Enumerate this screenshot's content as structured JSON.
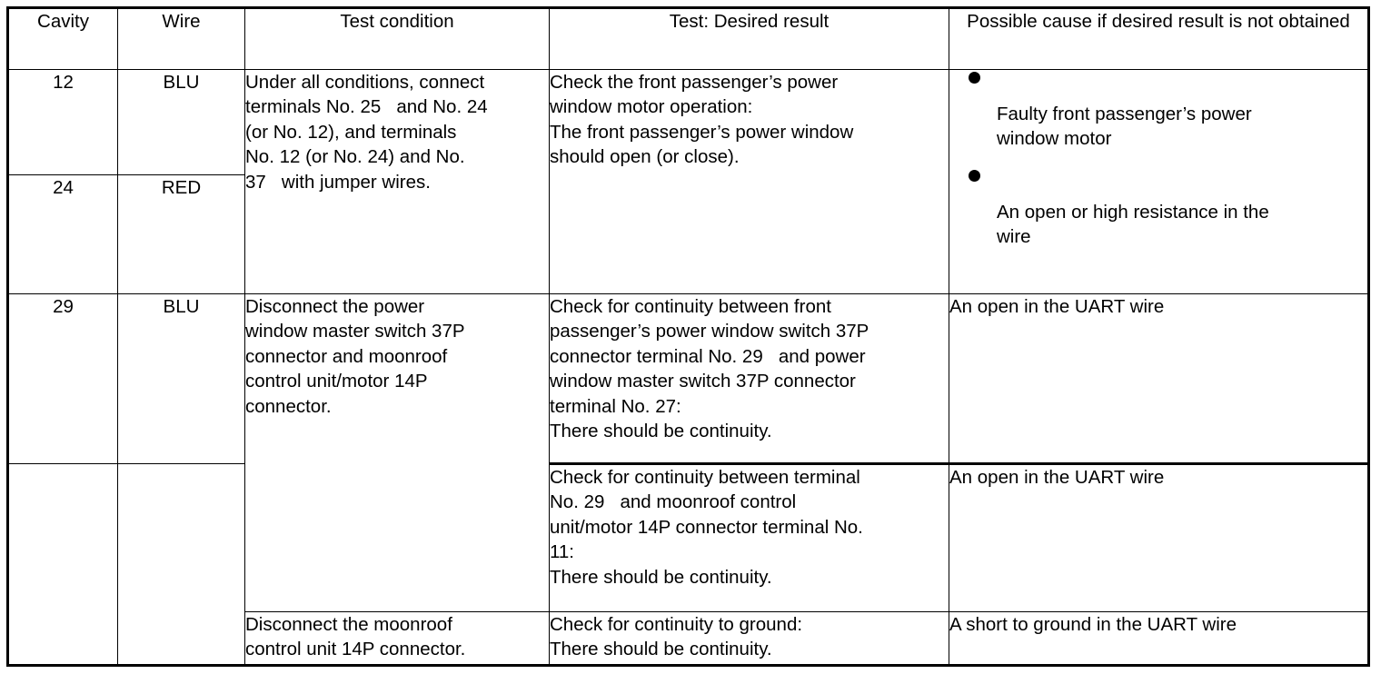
{
  "table": {
    "headers": [
      "Cavity",
      "Wire",
      "Test condition",
      "Test: Desired result",
      "Possible cause if desired result is not obtained"
    ],
    "rows": [
      {
        "cavity": "12",
        "wire": "BLU",
        "test_condition": "Under all conditions, connect\nterminals No. 25   and No. 24\n(or No. 12), and terminals\nNo. 12 (or No. 24) and No.\n37   with jumper wires.",
        "desired_result": "Check the front passenger’s power\nwindow motor operation:\nThe front passenger’s power window\nshould open (or close).",
        "possible_cause_bullets": [
          "Faulty front passenger’s power\nwindow motor",
          "An open or high resistance in the\nwire"
        ]
      },
      {
        "cavity": "24",
        "wire": "RED"
      },
      {
        "cavity": "29",
        "wire": "BLU",
        "test_condition": "Disconnect the power\nwindow master switch 37P\nconnector and moonroof\ncontrol unit/motor 14P\nconnector.",
        "desired_result": "Check for continuity between front\npassenger’s power window switch 37P\nconnector terminal No. 29   and power\nwindow master switch 37P connector\nterminal No. 27:\nThere should be continuity.",
        "possible_cause": "An open in the UART wire"
      },
      {
        "desired_result": "Check for continuity between terminal\nNo. 29   and moonroof control\nunit/motor 14P connector terminal No.\n11:\nThere should be continuity.",
        "possible_cause": "An open in the UART wire"
      },
      {
        "test_condition": "Disconnect the moonroof\ncontrol unit 14P connector.",
        "desired_result": "Check for continuity to ground:\nThere should be continuity.",
        "possible_cause": "A short to ground in the UART wire"
      }
    ]
  },
  "colors": {
    "border": "#000000",
    "text": "#000000",
    "background": "#ffffff"
  }
}
